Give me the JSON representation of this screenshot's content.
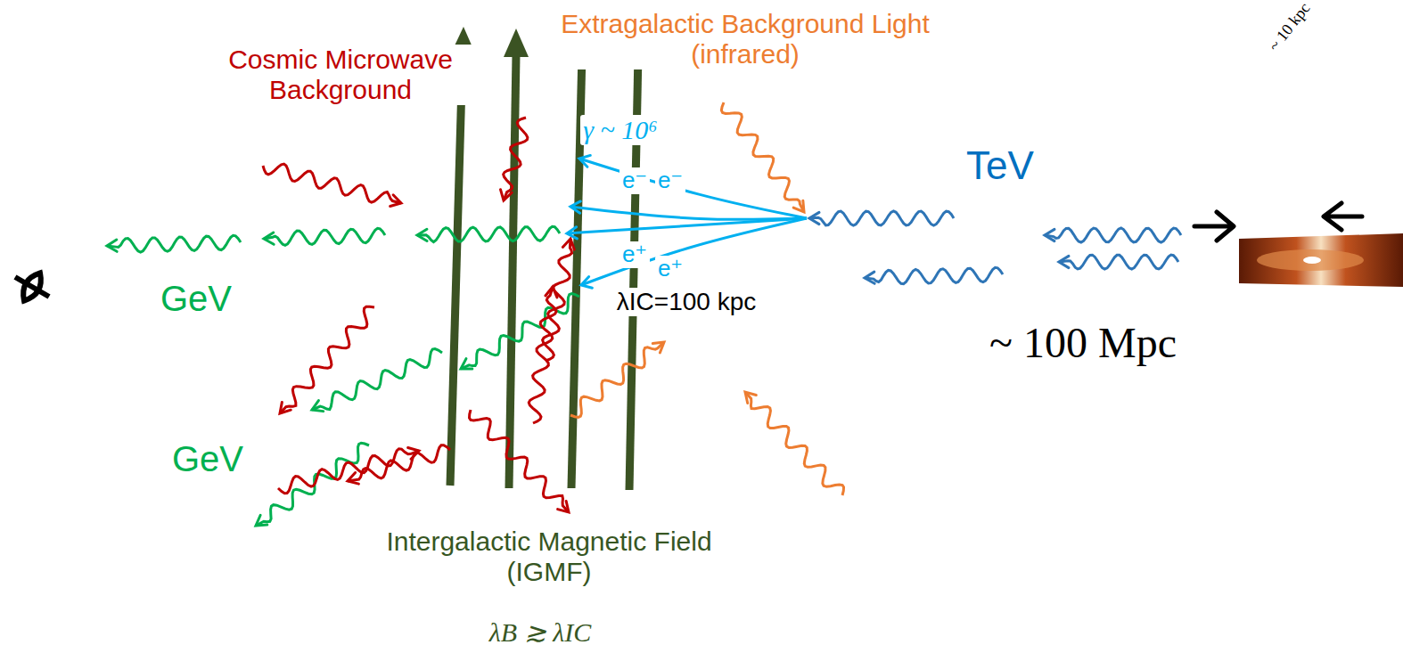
{
  "diagram": {
    "labels": [
      "Cosmic Microwave Background",
      "Extragalactic Background Light (infrared)",
      "γ ~ 10⁶",
      "e⁻",
      "e⁻",
      "TeV",
      "e⁺",
      "e⁺",
      "λIC=100 kpc",
      "~ 10 kpc",
      "~ 100 Mpc",
      "GeV",
      "GeV",
      "Intergalactic Magnetic Field (IGMF)",
      "λB ≳ λIC"
    ]
  }
}
